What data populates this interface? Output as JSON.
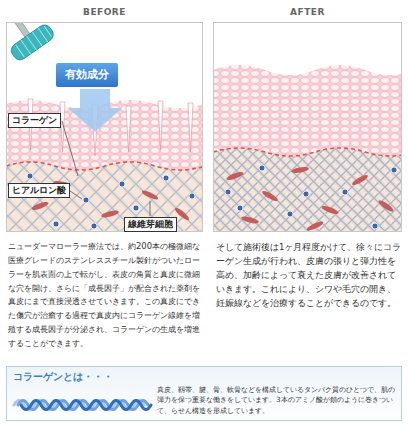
{
  "diagram": {
    "nodes": [
      {
        "text": [
          "BEFORE"
        ]
      },
      {
        "text": [
          "有効成分"
        ],
        "in": 0
      },
      {
        "text": [
          "コラーゲン"
        ],
        "in": 0
      },
      {
        "text": [
          "ヒアルロン酸"
        ],
        "in": 0
      },
      {
        "text": [
          "線維芽細胞"
        ],
        "in": 0
      },
      {
        "text": [
          "AFTER"
        ]
      },
      {
        "text": [
          "コラーゲンとは・・・",
          "真皮、靱帯、腱、骨、軟骨などを構成しているタンパク質のひとつで、肌の弾力を保つ重要な働きをしています。3本のアミノ酸が鎖のように巻きついて、らせん構造を形成しています。"
        ]
      }
    ],
    "labels": [
      "ニューダーマローラー療法では、約200本の極微細な医療グレードのステンレススチール製針がついたローラーを肌表面の上で転がし、表皮の角質と真皮に微細な穴を開け、さらに「成長因子」が配合された薬剤を真皮にまで直接浸透させていきます。この真皮にできた傷穴が治癒する過程で真皮内にコラーゲン線維を増殖する成長因子が分泌され、コラーゲンの生成を増進することができます。",
      "そして施術後は1ヶ月程度かけて、徐々にコラーゲン生成が行われ、皮膚の張りと弾力性を高め、加齢によって衰えた皮膚が改善されていきます。これにより、シワや毛穴の開き、妊娠線などを治療することができるのです。"
    ]
  }
}
